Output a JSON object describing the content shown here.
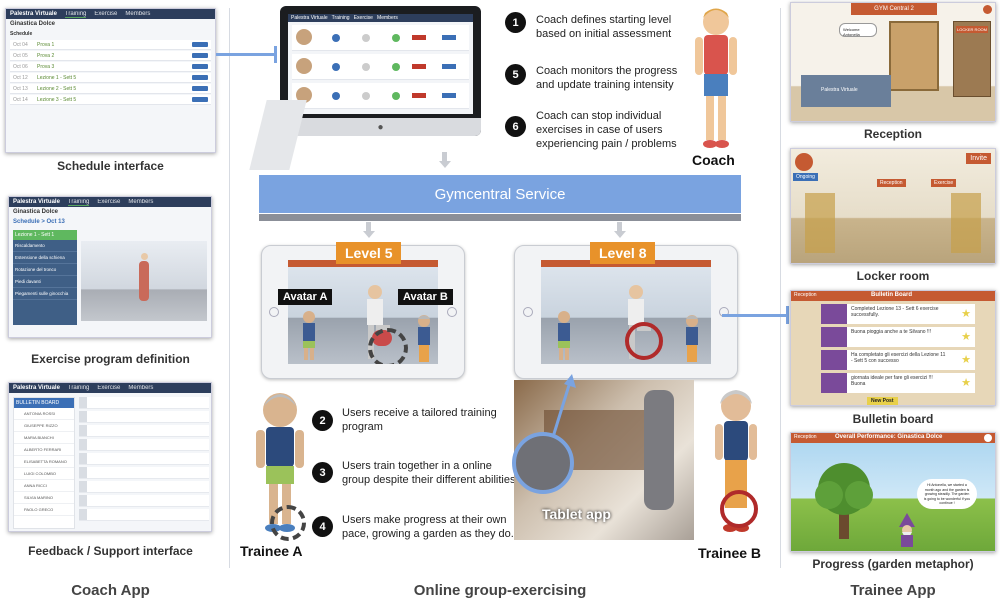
{
  "columns": {
    "coach_app": "Coach App",
    "online": "Online group-exercising",
    "trainee_app": "Trainee App"
  },
  "coach_screens": {
    "schedule": {
      "caption": "Schedule interface",
      "app_name": "Palestra Virtuale",
      "tabs": [
        "Training",
        "Exercise",
        "Members"
      ],
      "group": "Ginastica Dolce",
      "section": "Schedule",
      "rows": [
        {
          "date": "Oct 04",
          "title": "Prova 1"
        },
        {
          "date": "Oct 05",
          "title": "Prova 2"
        },
        {
          "date": "Oct 06",
          "title": "Prova 3"
        },
        {
          "date": "Oct 12",
          "title": "Lezione 1 - Sett 5"
        },
        {
          "date": "Oct 13",
          "title": "Lezione 2 - Sett 5"
        },
        {
          "date": "Oct 14",
          "title": "Lezione 3 - Sett 5"
        }
      ]
    },
    "exercise": {
      "caption": "Exercise program definition",
      "group": "Ginastica Dolce",
      "breadcrumb": "Schedule > Oct 13",
      "lesson": "Lezione 1 - Sett 1",
      "items": [
        "Riscaldamento",
        "Estensione della schiena",
        "Rotazione del tronco",
        "Piedi davanti",
        "Piegamenti sulle ginocchia"
      ]
    },
    "feedback": {
      "caption": "Feedback / Support interface",
      "board": "BULLETIN BOARD",
      "members": [
        "ANTONIA ROSSI",
        "GIUSEPPE RIZZO",
        "MARIA BIANCHI",
        "ALBERTO FERRARI",
        "ELISABETTA ROMANO",
        "LUIGI COLOMBO",
        "ANNA RICCI",
        "SILVIA MARINO",
        "PAOLO GRECO"
      ]
    }
  },
  "monitor": {
    "rows": 3
  },
  "steps": [
    {
      "n": "1",
      "text": "Coach defines starting level based on initial assessment"
    },
    {
      "n": "5",
      "text": "Coach monitors the progress and update training intensity"
    },
    {
      "n": "6",
      "text": "Coach can stop individual exercises in case of users experiencing pain / problems"
    },
    {
      "n": "2",
      "text": "Users receive a tailored training program"
    },
    {
      "n": "3",
      "text": "Users train together in a online group despite their different abilities"
    },
    {
      "n": "4",
      "text": "Users make progress at their own pace, growing a garden as they do."
    }
  ],
  "labels": {
    "coach": "Coach",
    "service": "Gymcentral Service",
    "level_a": "Level 5",
    "level_b": "Level 8",
    "avatar_a": "Avatar A",
    "avatar_b": "Avatar B",
    "tablet_app": "Tablet app",
    "trainee_a": "Trainee A",
    "trainee_b": "Trainee B"
  },
  "trainee_screens": {
    "reception": {
      "caption": "Reception",
      "header": "GYM Central 2",
      "locker_sign": "LOCKER ROOM",
      "welcome": "Welcome Antonella",
      "logo": "Palestra Virtuale"
    },
    "locker": {
      "caption": "Locker room",
      "invite": "Invite",
      "signs": [
        "Ongoing",
        "Reception",
        "Exercise"
      ]
    },
    "bulletin": {
      "caption": "Bulletin board",
      "header": "Bulletin Board",
      "back": "Reception",
      "posts": [
        "Completed Lezione 13 - Sett 6 exercise successfully.",
        "Buona pioggia anche a te Silvano !!!",
        "Ha completato gli esercizi della Lezione 11 - Sett 5 con successo",
        "giornata ideale per fare gli esercizi !!! Buona"
      ],
      "new_post": "New Post"
    },
    "progress": {
      "caption": "Progress (garden metaphor)",
      "header": "Overall Performance: Ginastica Dolce",
      "back": "Reception",
      "bubble": "Hi Antonella, we started a month ago and the garden is growing steadily. The garden is going to be wonderful if you continue !"
    }
  },
  "colors": {
    "accent_blue": "#7aa3e0",
    "level_orange": "#e8922a",
    "trainee_red": "#c0392b"
  }
}
